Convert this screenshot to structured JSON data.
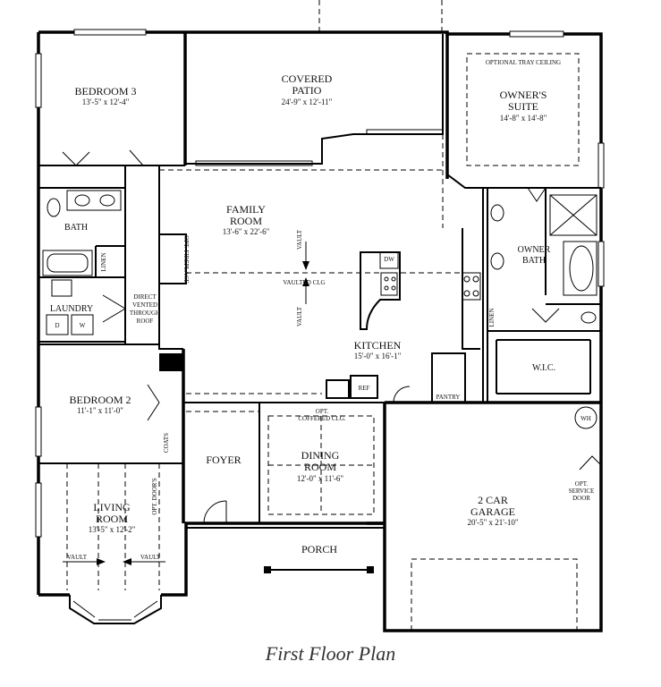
{
  "caption": "First Floor Plan",
  "rooms": {
    "bedroom3": {
      "name": "BEDROOM 3",
      "size": "13'-5\" x 12'-4\""
    },
    "covered_patio": {
      "name1": "COVERED",
      "name2": "PATIO",
      "size": "24'-9\" x 12'-11\""
    },
    "owners_suite": {
      "note": "OPTIONAL TRAY CEILING",
      "name1": "OWNER'S",
      "name2": "SUITE",
      "size": "14'-8\" x 14'-8\""
    },
    "bath": {
      "name": "BATH"
    },
    "family_room": {
      "name1": "FAMILY",
      "name2": "ROOM",
      "size": "13'-6\" x 22'-6\""
    },
    "fireplace": {
      "name": "OPT. FIREPLACE"
    },
    "owner_bath": {
      "name1": "OWNER",
      "name2": "BATH"
    },
    "linen1": {
      "name": "LINEN"
    },
    "laundry": {
      "name": "LAUNDRY",
      "d": "D",
      "w": "W"
    },
    "vent_note": {
      "l1": "DIRECT",
      "l2": "VENTED",
      "l3": "THROUGH",
      "l4": "ROOF"
    },
    "vault_center": {
      "vault": "VAULT",
      "clg": "VAULTED CLG"
    },
    "dw": {
      "name": "DW"
    },
    "linen2": {
      "name": "LINEN"
    },
    "kitchen": {
      "name": "KITCHEN",
      "size": "15'-0\" x 16'-1\""
    },
    "wic": {
      "name": "W.I.C."
    },
    "ref": {
      "name": "REF"
    },
    "pantry": {
      "name": "PANTRY"
    },
    "bedroom2": {
      "name": "BEDROOM 2",
      "size": "11'-1\" x 11'-0\""
    },
    "coffered": {
      "l1": "OPT.",
      "l2": "COFFERED CLG."
    },
    "wh": {
      "name": "WH"
    },
    "coats": {
      "name": "COATS"
    },
    "foyer": {
      "name": "FOYER"
    },
    "dining": {
      "name1": "DINING",
      "name2": "ROOM",
      "size": "12'-0\" x 11'-6\""
    },
    "service_door": {
      "l1": "OPT.",
      "l2": "SERVICE",
      "l3": "DOOR"
    },
    "living": {
      "name1": "LIVING",
      "name2": "ROOM",
      "size": "13'-5\" x 12'-2\"",
      "vault_l": "VAULT",
      "vault_r": "VAULT"
    },
    "opt_doors": {
      "name": "OPT. DOOR'S"
    },
    "garage": {
      "name1": "2 CAR",
      "name2": "GARAGE",
      "size": "20'-5\" x 21'-10\""
    },
    "porch": {
      "name": "PORCH"
    }
  }
}
